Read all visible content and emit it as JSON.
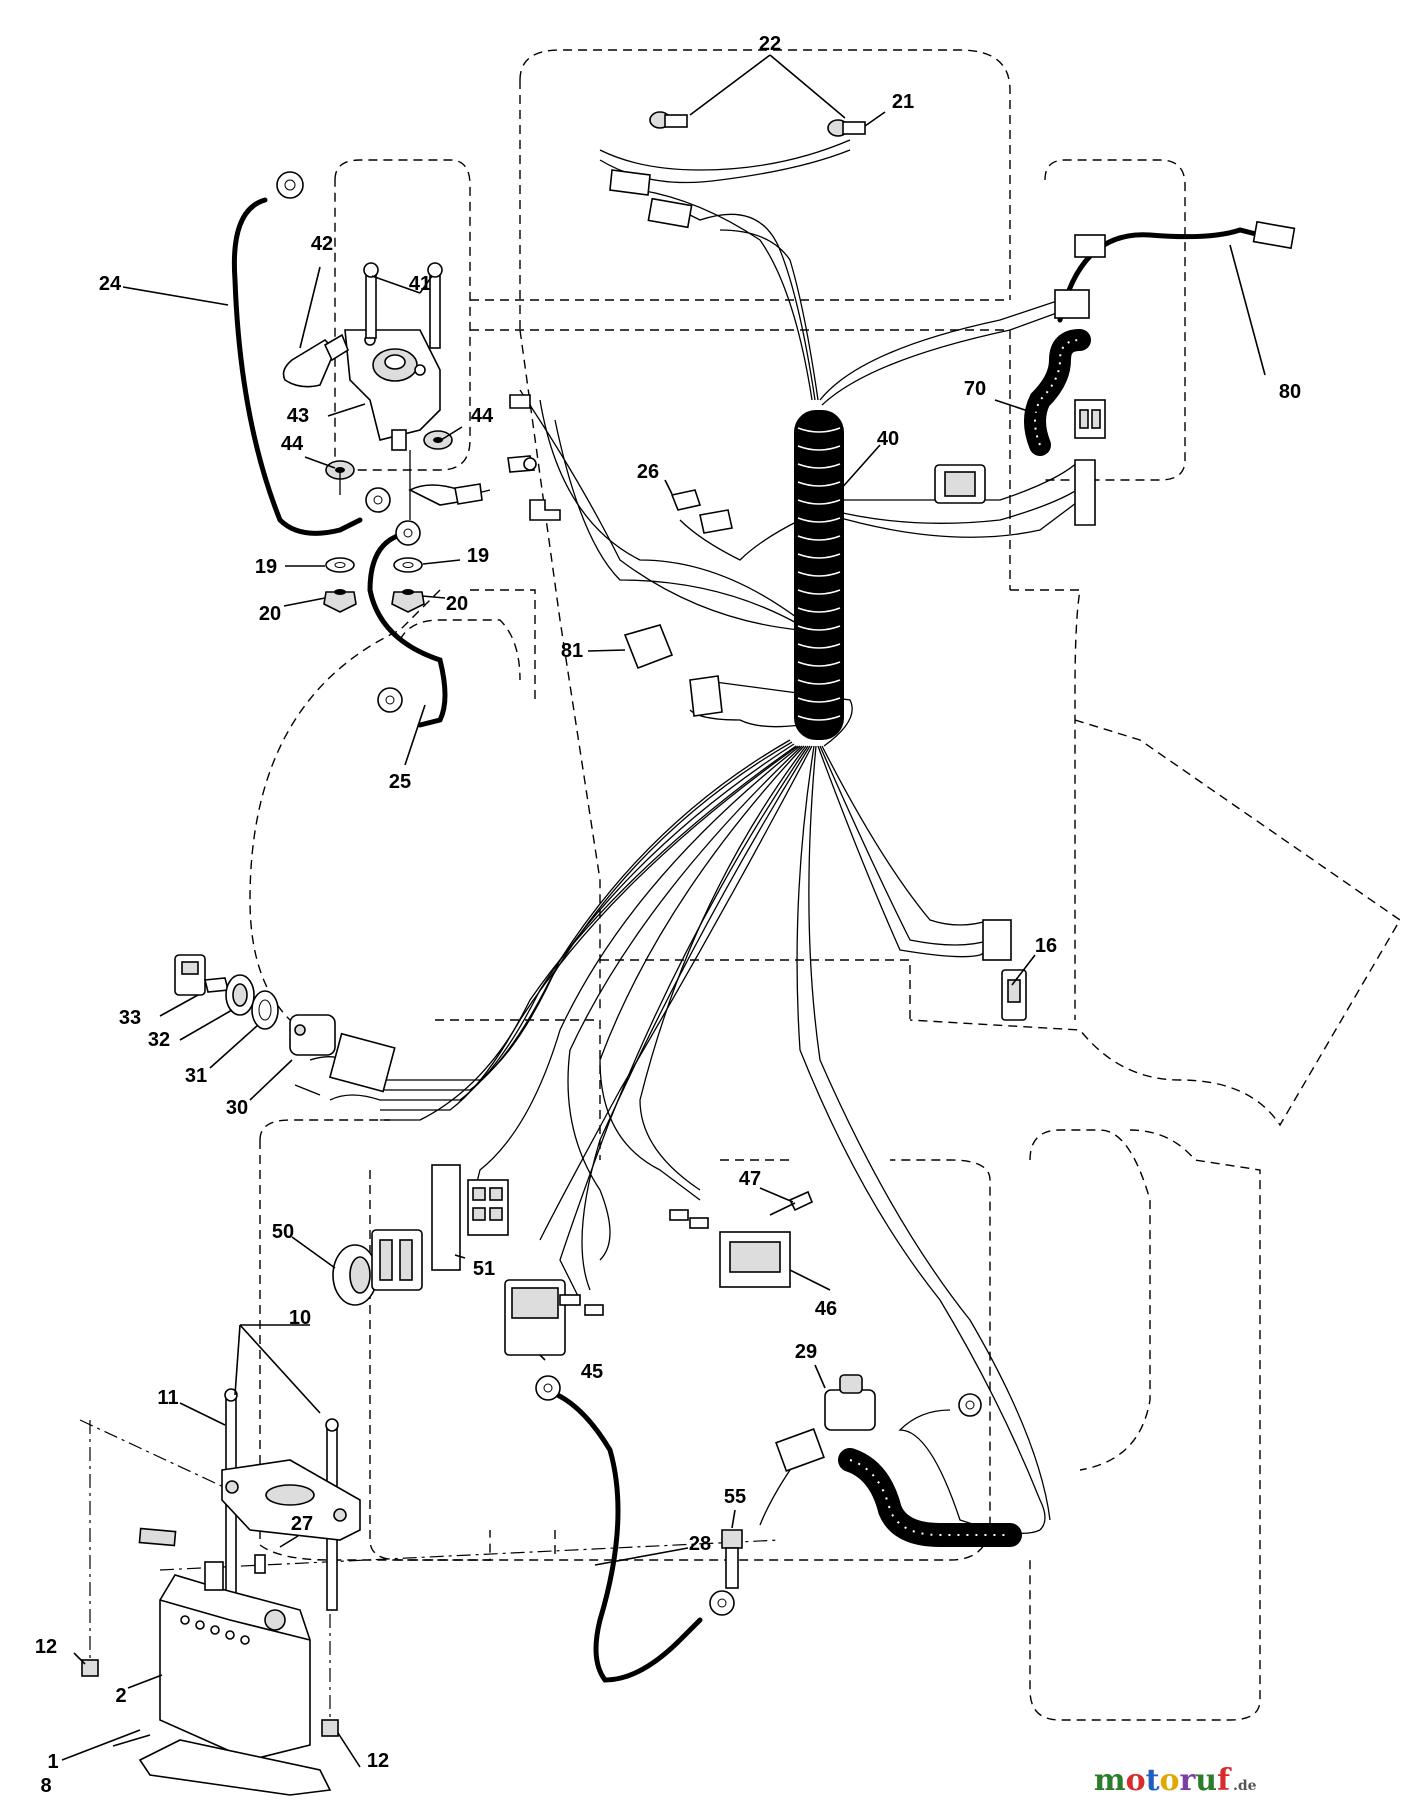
{
  "labels": {
    "p1": "1",
    "p2": "2",
    "p8": "8",
    "p10": "10",
    "p11": "11",
    "p12a": "12",
    "p12b": "12",
    "p16": "16",
    "p19a": "19",
    "p19b": "19",
    "p20a": "20",
    "p20b": "20",
    "p21": "21",
    "p22": "22",
    "p24": "24",
    "p25": "25",
    "p26": "26",
    "p27": "27",
    "p28": "28",
    "p29": "29",
    "p30": "30",
    "p31": "31",
    "p32": "32",
    "p33": "33",
    "p40": "40",
    "p41": "41",
    "p42": "42",
    "p43": "43",
    "p44a": "44",
    "p44b": "44",
    "p45": "45",
    "p46": "46",
    "p47": "47",
    "p50": "50",
    "p51": "51",
    "p55": "55",
    "p70": "70",
    "p80": "80",
    "p81": "81"
  },
  "watermark": {
    "brand_m": "m",
    "brand_o": "o",
    "brand_t": "t",
    "brand_o2": "o",
    "brand_r": "r",
    "brand_u": "u",
    "brand_f": "f",
    "domain": ".de",
    "colors": [
      "#2a7d2a",
      "#d92b2b",
      "#1f5fbf",
      "#e0a800",
      "#7a3fa0",
      "#2a7d2a",
      "#d92b2b"
    ]
  }
}
